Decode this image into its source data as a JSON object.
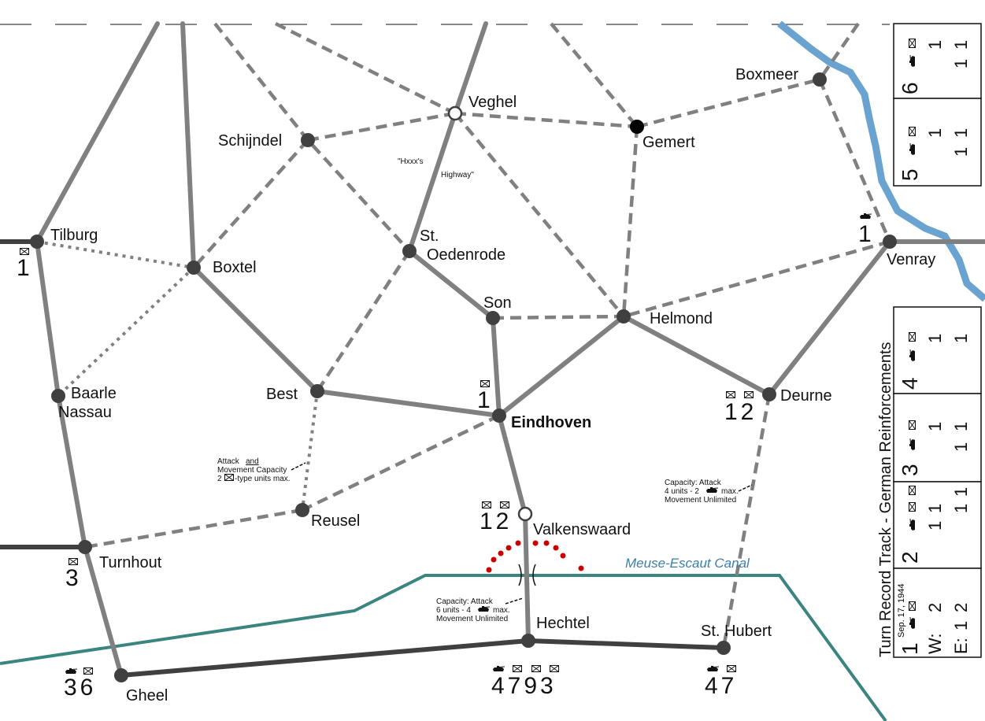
{
  "colors": {
    "road": "#808080",
    "road_dark": "#404040",
    "river": "#6aa3cf",
    "canal": "#3a8580",
    "barrage": "#cc0000"
  },
  "cities": {
    "veghel": "Veghel",
    "schijndel": "Schijndel",
    "gemert": "Gemert",
    "boxmeer": "Boxmeer",
    "tilburg": "Tilburg",
    "boxtel": "Boxtel",
    "st_oedenrode_1": "St.",
    "st_oedenrode_2": "Oedenrode",
    "son": "Son",
    "helmond": "Helmond",
    "venray": "Venray",
    "baarle_1": "Baarle",
    "baarle_2": "Nassau",
    "best": "Best",
    "eindhoven": "Eindhoven",
    "deurne": "Deurne",
    "reusel": "Reusel",
    "valkenswaard": "Valkenswaard",
    "turnhout": "Turnhout",
    "hechtel": "Hechtel",
    "st_hubert": "St. Hubert",
    "gheel": "Gheel"
  },
  "highway_label": {
    "line1": "\"Hxxx's",
    "line2": "Highway\""
  },
  "canal_label": "Meuse-Escaut Canal",
  "units": {
    "tilburg": "1",
    "turnhout": "3",
    "gheel": "36",
    "eindhoven": "1",
    "valkenswaard": "12",
    "deurne": "12",
    "hechtel": "4793",
    "st_hubert": "47",
    "venray": "1"
  },
  "notes": {
    "reusel": {
      "l1": "Attack",
      "l1b": "and",
      "l2": "Movement Capacity",
      "l3a": "2",
      "l3b": "-type units max."
    },
    "hechtel": {
      "l1": "Capacity:  Attack",
      "l2a": "6 units - 4",
      "l2b": "max.",
      "l3": "Movement Unlimited"
    },
    "st_hubert": {
      "l1": "Capacity:  Attack",
      "l2a": "4 units - 2",
      "l2b": "max.",
      "l3": "Movement Unlimited"
    }
  },
  "turn_track": {
    "title": "Turn Record Track - German Reinforcements",
    "date": "Sep. 17, 1944",
    "w_label": "W:",
    "e_label": "E:",
    "turns": {
      "t1": {
        "n": "1",
        "w_inf": "2",
        "e_tank": "1",
        "e_inf": "2"
      },
      "t2": {
        "n": "2",
        "w_tank": "1",
        "w_inf": "1",
        "e_inf_a": "1",
        "e_inf_b": "1"
      },
      "t3": {
        "n": "3",
        "w_inf": "1",
        "e_tank": "1",
        "e_inf": "1"
      },
      "t4": {
        "n": "4",
        "w_inf": "1",
        "e_inf": "1"
      },
      "t5": {
        "n": "5",
        "w_inf": "1",
        "e_tank": "1",
        "e_inf": "1"
      },
      "t6": {
        "n": "6",
        "w_inf": "1",
        "e_tank": "1",
        "e_inf": "1"
      }
    }
  }
}
